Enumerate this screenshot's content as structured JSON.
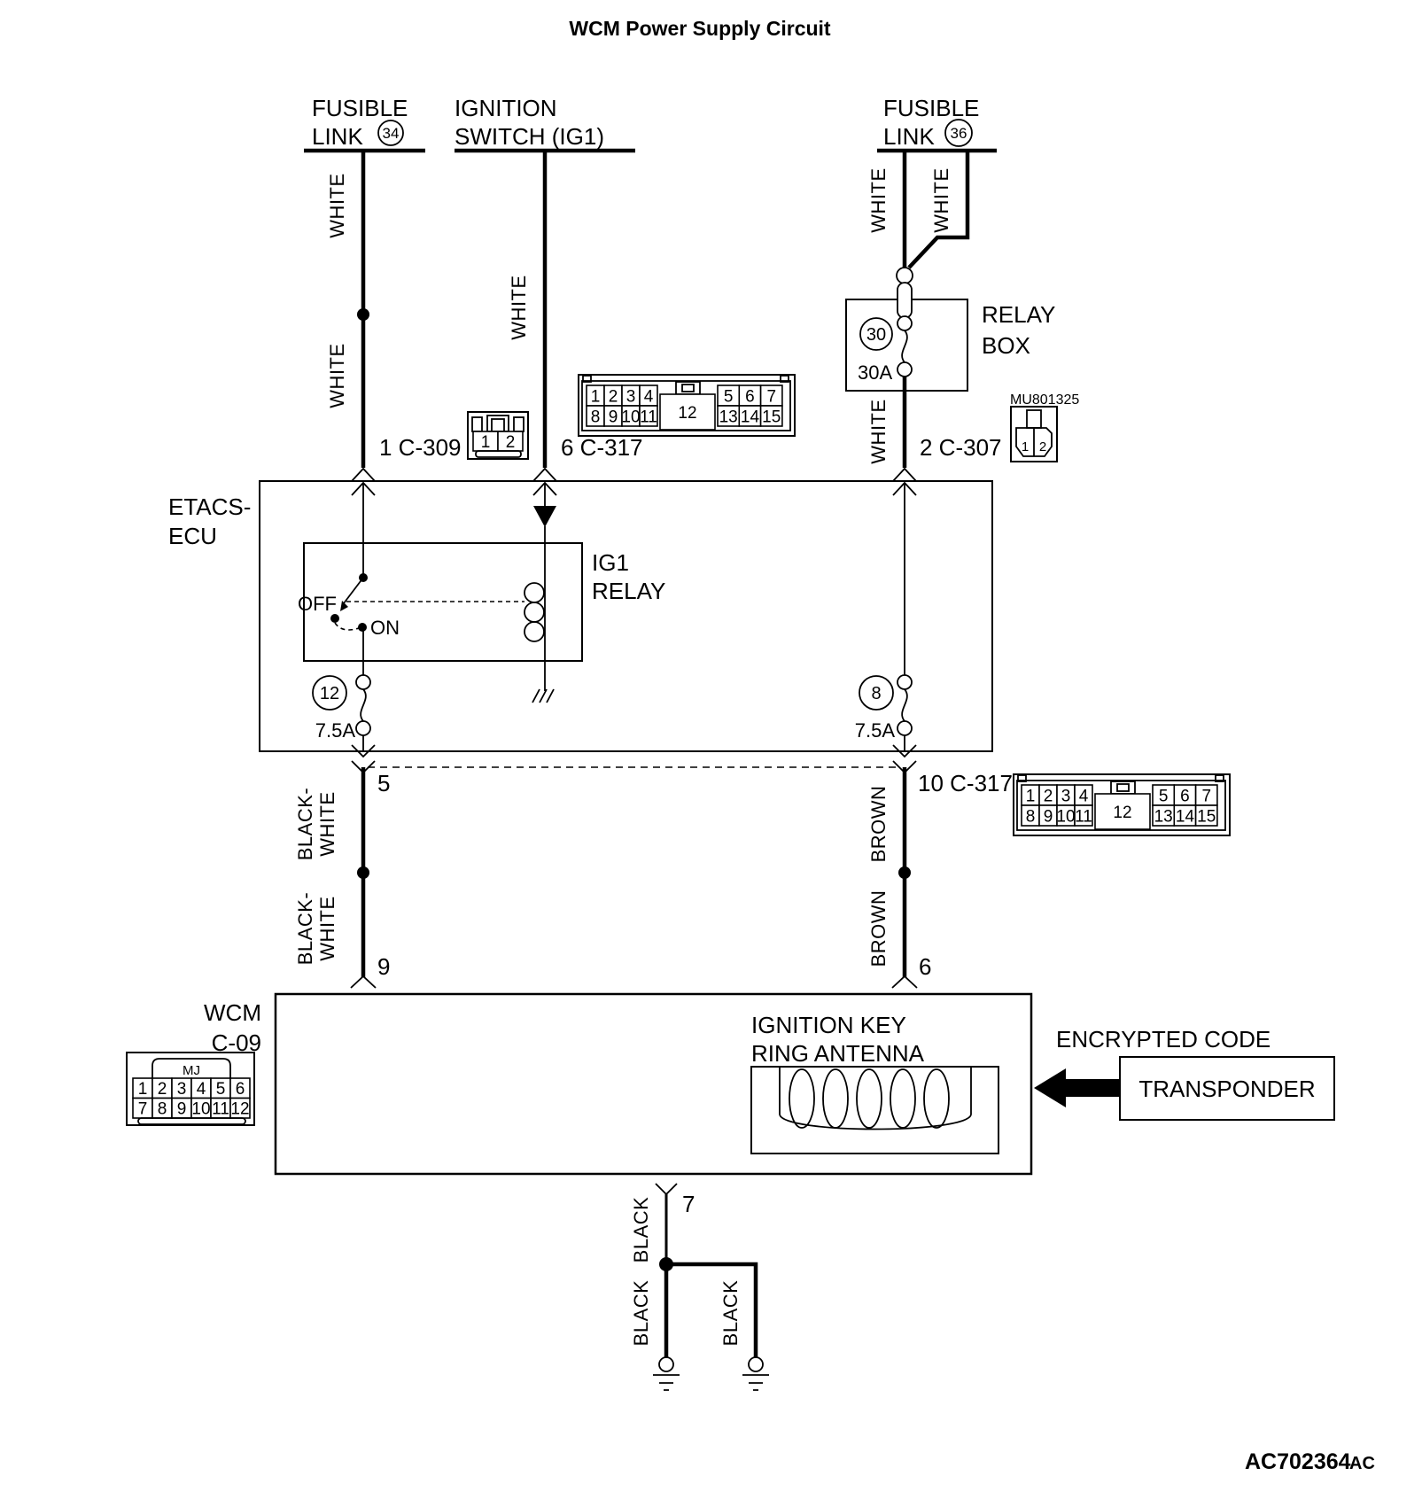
{
  "title": "WCM Power Supply Circuit",
  "sources": {
    "fl34": {
      "line1": "FUSIBLE",
      "line2": "LINK",
      "num": "34"
    },
    "ign": {
      "line1": "IGNITION",
      "line2": "SWITCH (IG1)"
    },
    "fl36": {
      "line1": "FUSIBLE",
      "line2": "LINK",
      "num": "36"
    }
  },
  "wires": {
    "white": "WHITE",
    "black_white_1": "BLACK-",
    "black_white_2": "WHITE",
    "brown": "BROWN",
    "black": "BLACK"
  },
  "pins": {
    "p1_c309": "1 C-309",
    "p6_c317": "6 C-317",
    "p2_c307": "2 C-307",
    "p5": "5",
    "p10_c317": "10 C-317",
    "p9": "9",
    "p6": "6",
    "p7": "7"
  },
  "ecu": {
    "name1": "ETACS-",
    "name2": "ECU",
    "relay1": "IG1",
    "relay2": "RELAY",
    "off": "OFF",
    "on": "ON",
    "fuse12_num": "12",
    "fuse12_rating": "7.5A",
    "fuse8_num": "8",
    "fuse8_rating": "7.5A"
  },
  "relay_box": {
    "line1": "RELAY",
    "line2": "BOX",
    "fuse_num": "30",
    "rating": "30A",
    "part_no": "MU801325"
  },
  "connectors": {
    "c317": {
      "left": [
        [
          "1",
          "2",
          "3",
          "4"
        ],
        [
          "8",
          "9",
          "10",
          "11"
        ]
      ],
      "mid": "12",
      "right": [
        [
          "5",
          "6",
          "7"
        ],
        [
          "13",
          "14",
          "15"
        ]
      ]
    },
    "c309": {
      "row": [
        [
          "1",
          "2"
        ]
      ]
    },
    "mu": {
      "p1": "1",
      "p2": "2"
    },
    "c09": {
      "label": "MJ",
      "rows": [
        [
          "1",
          "2",
          "3",
          "4",
          "5",
          "6"
        ],
        [
          "7",
          "8",
          "9",
          "10",
          "11",
          "12"
        ]
      ]
    }
  },
  "wcm": {
    "name": "WCM",
    "conn": "C-09",
    "antenna1": "IGNITION KEY",
    "antenna2": "RING ANTENNA"
  },
  "transponder": {
    "arrow_label": "ENCRYPTED CODE",
    "box_label": "TRANSPONDER"
  },
  "footer": {
    "code_main": "AC702364",
    "code_suffix": "AC"
  },
  "colors": {
    "ink": "#000000",
    "paper": "#ffffff"
  }
}
